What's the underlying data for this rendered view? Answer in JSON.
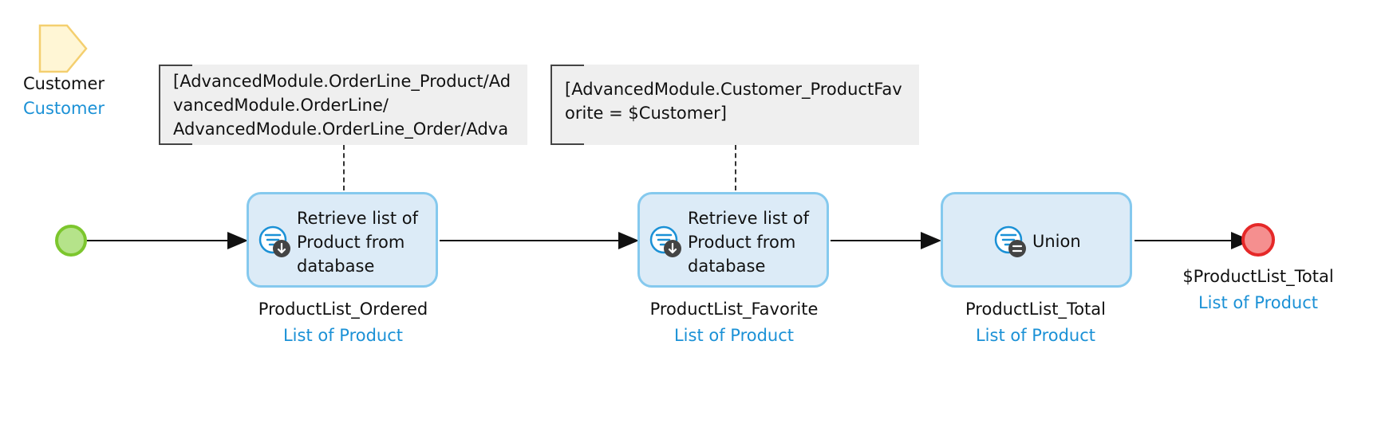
{
  "parameter": {
    "name": "Customer",
    "type": "Customer"
  },
  "annotations": [
    {
      "text": "[AdvancedModule.OrderLine_Product/AdvancedModule.OrderLine/\nAdvancedModule.OrderLine_Order/Advan"
    },
    {
      "text": "[AdvancedModule.Customer_ProductFavorite = $Customer]"
    }
  ],
  "activities": [
    {
      "label": "Retrieve list of\nProduct from\ndatabase",
      "icon": "retrieve-from-database-icon",
      "output_name": "ProductList_Ordered",
      "output_type": "List of Product"
    },
    {
      "label": "Retrieve list of\nProduct from\ndatabase",
      "icon": "retrieve-from-database-icon",
      "output_name": "ProductList_Favorite",
      "output_type": "List of Product"
    },
    {
      "label": "Union",
      "icon": "list-union-icon",
      "output_name": "ProductList_Total",
      "output_type": "List of Product"
    }
  ],
  "end_event": {
    "return_value": "$ProductList_Total",
    "return_type": "List of Product"
  },
  "colors": {
    "activity_fill": "#dcebf7",
    "activity_border": "#85c9ee",
    "type_text": "#1b91d6",
    "start_fill": "#b5e38a",
    "start_border": "#7cc62d",
    "end_fill": "#f58f8f",
    "end_border": "#e52828",
    "parameter_fill": "#fff6d5",
    "parameter_border": "#f4cf6f",
    "annotation_fill": "#efefef"
  }
}
